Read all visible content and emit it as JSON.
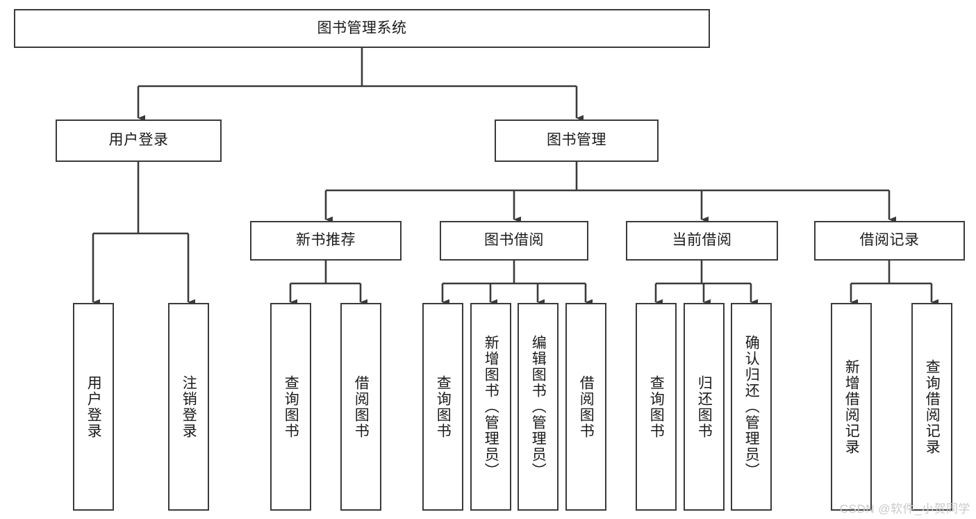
{
  "diagram": {
    "type": "tree-hierarchy",
    "title": "图书管理系统",
    "watermark": "CSDN @软件_小贺同学",
    "colors": {
      "box_border": "#3a3a3a",
      "box_fill": "#ffffff",
      "edge": "#3a3a3a",
      "text": "#1a1a1a",
      "watermark": "#c9c9c9",
      "background": "#ffffff"
    },
    "nodes": {
      "root": {
        "label": "图书管理系统",
        "level": 0
      },
      "level1": [
        {
          "id": "user-login",
          "label": "用户登录"
        },
        {
          "id": "book-management",
          "label": "图书管理"
        }
      ],
      "level2": [
        {
          "id": "new-book-recommend",
          "label": "新书推荐",
          "parent": "book-management"
        },
        {
          "id": "book-borrow",
          "label": "图书借阅",
          "parent": "book-management"
        },
        {
          "id": "current-borrow",
          "label": "当前借阅",
          "parent": "book-management"
        },
        {
          "id": "borrow-record",
          "label": "借阅记录",
          "parent": "book-management"
        }
      ],
      "leaves": {
        "user-login": [
          {
            "id": "leaf-user-login",
            "label": "用户登录"
          },
          {
            "id": "leaf-logout",
            "label": "注销登录"
          }
        ],
        "new-book-recommend": [
          {
            "id": "leaf-query-book-1",
            "label": "查询图书"
          },
          {
            "id": "leaf-borrow-book-1",
            "label": "借阅图书"
          }
        ],
        "book-borrow": [
          {
            "id": "leaf-query-book-2",
            "label": "查询图书"
          },
          {
            "id": "leaf-add-book",
            "label": "新增图书（管理员）"
          },
          {
            "id": "leaf-edit-book",
            "label": "编辑图书（管理员）"
          },
          {
            "id": "leaf-borrow-book-2",
            "label": "借阅图书"
          }
        ],
        "current-borrow": [
          {
            "id": "leaf-query-book-3",
            "label": "查询图书"
          },
          {
            "id": "leaf-return-book",
            "label": "归还图书"
          },
          {
            "id": "leaf-confirm-return",
            "label": "确认归还（管理员）"
          }
        ],
        "borrow-record": [
          {
            "id": "leaf-add-record",
            "label": "新增借阅记录"
          },
          {
            "id": "leaf-query-record",
            "label": "查询借阅记录"
          }
        ]
      }
    }
  }
}
